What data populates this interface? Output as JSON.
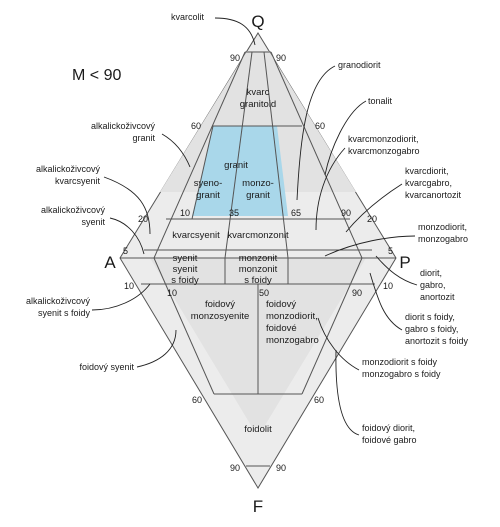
{
  "corners": {
    "q": "Q",
    "a": "A",
    "p": "P",
    "f": "F"
  },
  "condition": "M < 90",
  "ticks": {
    "q90_left": "90",
    "q90_right": "90",
    "q60_left": "60",
    "q60_right": "60",
    "q20_left": "20",
    "q20_right": "20",
    "q5_left": "5",
    "q5_right": "5",
    "f10_left": "10",
    "f10_right": "10",
    "f60_left": "60",
    "f60_right": "60",
    "f90_left": "90",
    "f90_right": "90",
    "split10": "10",
    "split35": "35",
    "split65": "65",
    "split90": "90",
    "fsplit10": "10",
    "fsplit50": "50",
    "fsplit90": "90"
  },
  "fields": {
    "kvarcgranitoid_1": "kvarc",
    "kvarcgranitoid_2": "granitoid",
    "granit": "granit",
    "syenogranit_1": "syeno-",
    "syenogranit_2": "granit",
    "monzogranit_1": "monzo-",
    "monzogranit_2": "granit",
    "kvarcsyenit": "kvarcsyenit",
    "kvarcmonzonit": "kvarcmonzonit",
    "syenit": "syenit",
    "monzonit": "monzonit",
    "syenit_foidy_1": "syenit",
    "syenit_foidy_2": "s foidy",
    "monzonit_foidy_1": "monzonit",
    "monzonit_foidy_2": "s foidy",
    "foidovy_monzosyenite_1": "foidový",
    "foidovy_monzosyenite_2": "monzosyenite",
    "foidovy_monzodiorit_1": "foidový",
    "foidovy_monzodiorit_2": "monzodiorit,",
    "foidovy_monzodiorit_3": "foidové",
    "foidovy_monzodiorit_4": "monzogabro",
    "foidolit": "foidolit"
  },
  "notes": {
    "kvarcolit": "kvarcolit",
    "granodiorit": "granodiorit",
    "tonalit": "tonalit",
    "alk_granit_1": "alkalickoživcový",
    "alk_granit_2": "granit",
    "alk_kvarcsyenit_1": "alkalickoživcový",
    "alk_kvarcsyenit_2": "kvarcsyenit",
    "alk_syenit_1": "alkalickoživcový",
    "alk_syenit_2": "syenit",
    "alk_syenit_foidy_1": "alkalickoživcový",
    "alk_syenit_foidy_2": "syenit s foidy",
    "foidovy_syenit": "foidový syenit",
    "kvarcmonzodiorit_1": "kvarcmonzodiorit,",
    "kvarcmonzodiorit_2": "kvarcmonzogabro",
    "kvarcdiorit_1": "kvarcdiorit,",
    "kvarcdiorit_2": "kvarcgabro,",
    "kvarcdiorit_3": "kvarcanortozit",
    "monzodiorit_1": "monzodiorit,",
    "monzodiorit_2": "monzogabro",
    "diorit_1": "diorit,",
    "diorit_2": "gabro,",
    "diorit_3": "anortozit",
    "diorit_foidy_1": "diorit s foidy,",
    "diorit_foidy_2": "gabro s foidy,",
    "diorit_foidy_3": "anortozit s foidy",
    "monzodiorit_foidy_1": "monzodiorit s foidy",
    "monzodiorit_foidy_2": "monzogabro s foidy",
    "foidovy_diorit_1": "foidový diorit,",
    "foidovy_diorit_2": "foidové gabro"
  },
  "colors": {
    "granit_fill": "#a9d7ea",
    "field_fill": "#e2e2e2",
    "outline": "#555555"
  }
}
